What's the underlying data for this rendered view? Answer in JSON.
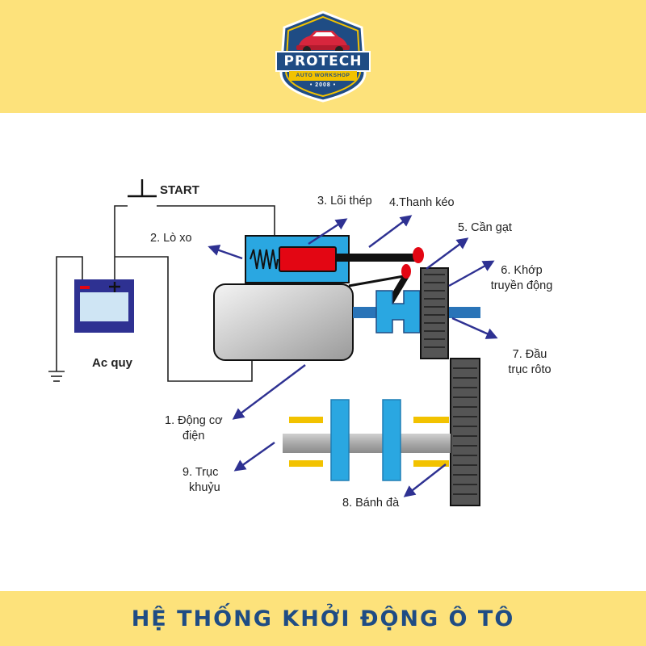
{
  "logo": {
    "brand": "PROTECH",
    "subtitle": "AUTO WORKSHOP",
    "year": "• 2008 •"
  },
  "footer": {
    "title": "HỆ THỐNG KHỞI ĐỘNG Ô TÔ"
  },
  "labels": {
    "start": "START",
    "battery": "Ac quy",
    "spring": "2. Lò xo",
    "core": "3. Lõi thép",
    "rod": "4.Thanh  kéo",
    "lever": "5. Cần gạt",
    "clutch_line1": "6. Khớp",
    "clutch_line2": "truyền động",
    "rotor_line1": "7. Đầu",
    "rotor_line2": "trục rôto",
    "motor_line1": "1. Động cơ",
    "motor_line2": "điện",
    "crank_line1": "9. Trục",
    "crank_line2": "khuỷu",
    "flywheel": "8. Bánh đà"
  },
  "colors": {
    "band": "#fde27b",
    "title": "#1f4c84",
    "solenoid": "#2aa7e1",
    "plunger": "#e30613",
    "arrow": "#2e3192",
    "gear": "#555555"
  }
}
